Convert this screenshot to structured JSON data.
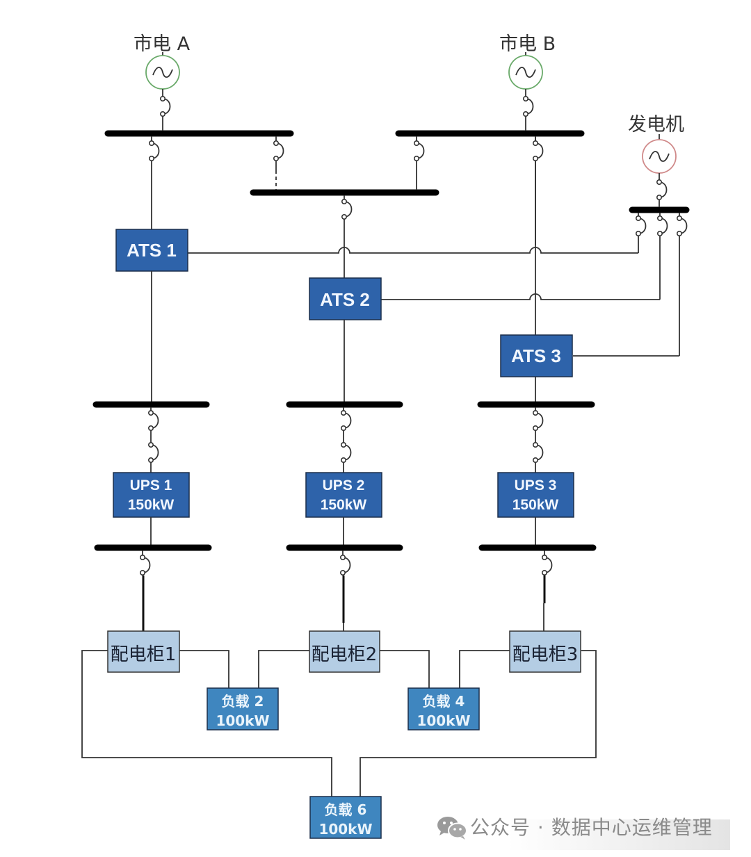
{
  "sources": {
    "utility_a": "市电 A",
    "utility_b": "市电 B",
    "generator": "发电机"
  },
  "ats": [
    "ATS 1",
    "ATS 2",
    "ATS 3"
  ],
  "ups": [
    {
      "name": "UPS 1",
      "capacity": "150kW"
    },
    {
      "name": "UPS 2",
      "capacity": "150kW"
    },
    {
      "name": "UPS 3",
      "capacity": "150kW"
    }
  ],
  "cabinets": [
    "配电柜1",
    "配电柜2",
    "配电柜3"
  ],
  "loads": [
    {
      "name": "负载 2",
      "capacity": "100kW"
    },
    {
      "name": "负载 4",
      "capacity": "100kW"
    },
    {
      "name": "负载 6",
      "capacity": "100kW"
    }
  ],
  "watermark": {
    "icon": "wechat-icon",
    "text": "公众号 · 数据中心运维管理"
  },
  "colors": {
    "utility_source": "#5aa55a",
    "generator_source": "#c86a6a",
    "ats_ups_box": "#2e63aa",
    "cabinet_box": "#b4cde4",
    "load_box": "#3f86bf"
  }
}
